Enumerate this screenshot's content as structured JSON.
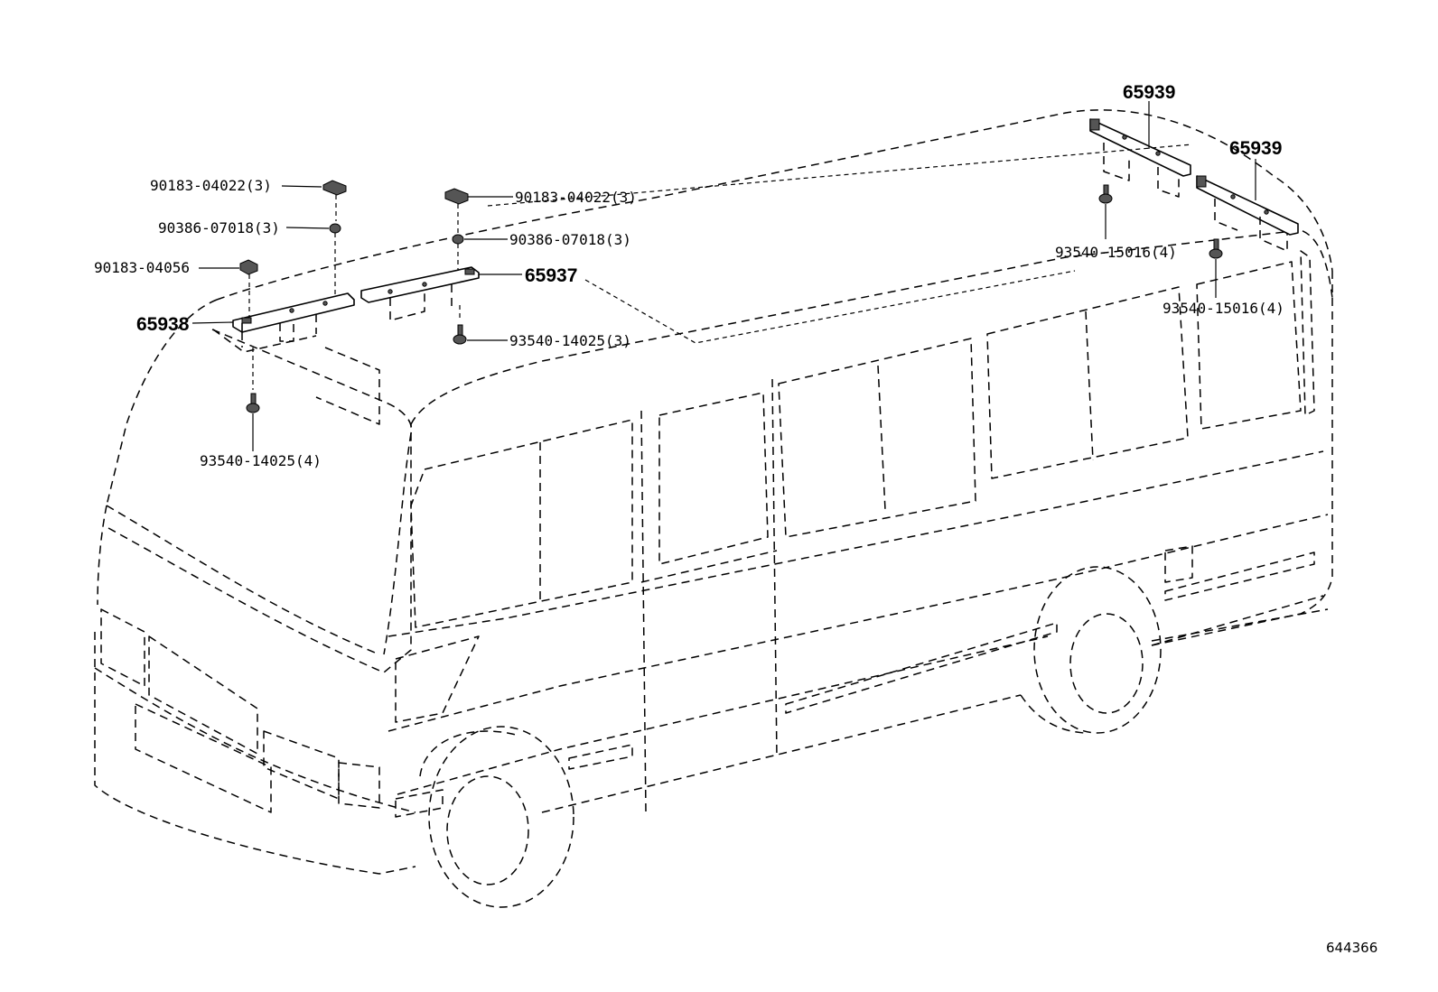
{
  "labels": {
    "p90183_04022_left": "90183-04022(3)",
    "p90386_07018_left": "90386-07018(3)",
    "p90183_04056": "90183-04056",
    "p65938": "65938",
    "p93540_14025_4": "93540-14025(4)",
    "p90183_04022_mid": "90183-04022(3)",
    "p90386_07018_mid": "90386-07018(3)",
    "p65937": "65937",
    "p93540_14025_3": "93540-14025(3)",
    "p65939_a": "65939",
    "p65939_b": "65939",
    "p93540_15016_a": "93540-15016(4)",
    "p93540_15016_b": "93540-15016(4)"
  },
  "diagram_code": "644366"
}
